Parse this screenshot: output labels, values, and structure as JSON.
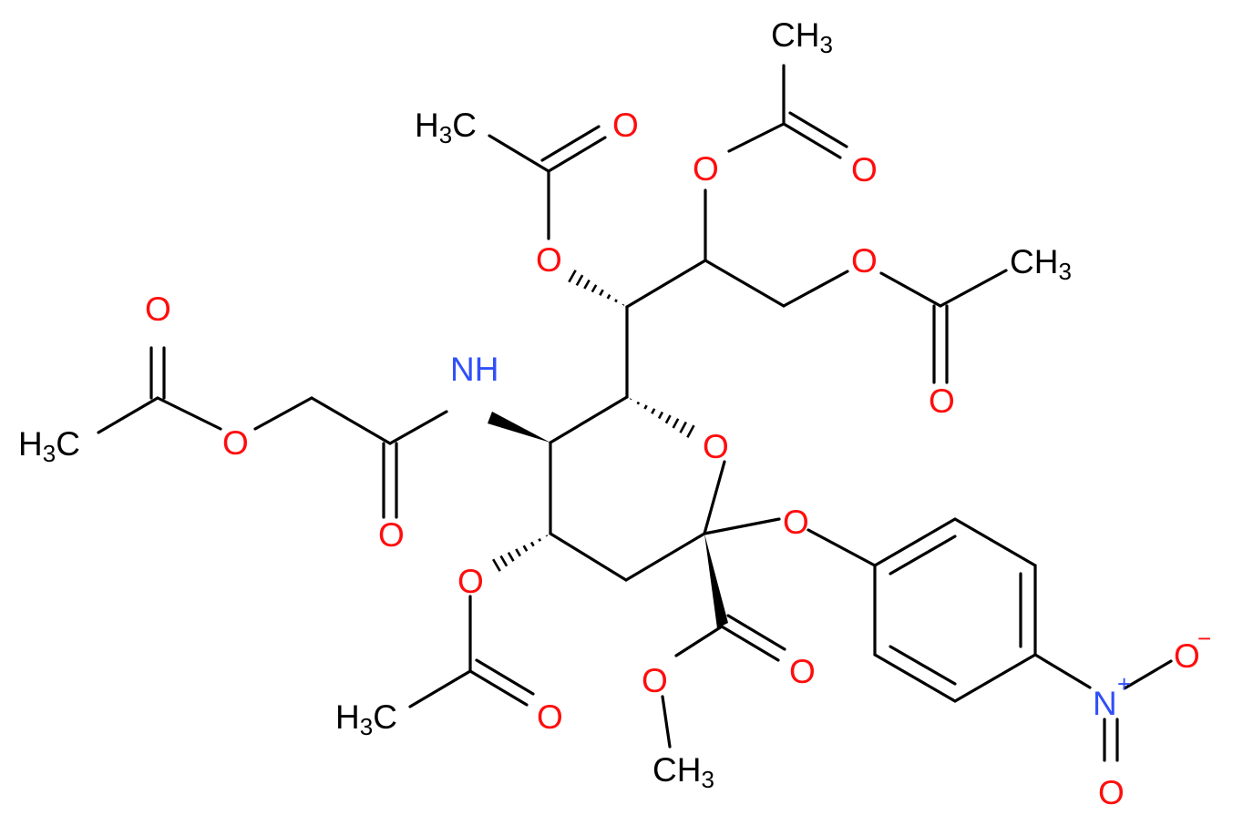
{
  "colors": {
    "bond": "#000000",
    "oxygen": "#ff0d0d",
    "nitrogen": "#3050f8",
    "carbon": "#000000"
  },
  "labels": {
    "o_ring": "O",
    "o_aryloxy": "O",
    "o_ester_carbonyl": "O",
    "o_ester_methoxy": "O",
    "ch3_methoxy": "CH3",
    "o_c4_acetoxy": "O",
    "o_c4_acetyl_carbonyl": "O",
    "ch3_c4_acetyl": "H3C",
    "nh": "NH",
    "o_glycolyl_carbonyl": "O",
    "o_glycolyl_ether": "O",
    "o_glycolyl_acetyl_carbonyl": "O",
    "ch3_glycolyl_acetyl": "H3C",
    "o_c7_acetoxy": "O",
    "o_c7_acetyl_carbonyl": "O",
    "ch3_c7_acetyl": "H3C",
    "o_c8_acetoxy": "O",
    "o_c8_acetyl_carbonyl": "O",
    "ch3_c8_acetyl": "CH3",
    "o_c9_acetoxy": "O",
    "o_c9_acetyl_carbonyl": "O",
    "ch3_c9_acetyl": "CH3",
    "n_nitro": "N",
    "n_nitro_charge": "+",
    "o_nitro_minus": "O",
    "o_nitro_minus_charge": "−",
    "o_nitro_double": "O"
  }
}
